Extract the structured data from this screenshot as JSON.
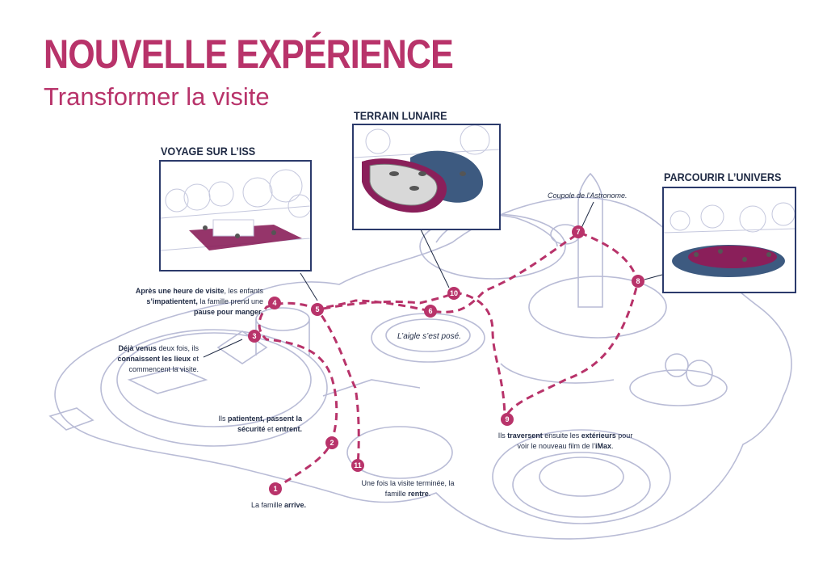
{
  "title": "NOUVELLE EXPÉRIENCE",
  "subtitle": "Transformer la visite",
  "insets": {
    "iss": "VOYAGE SUR L’ISS",
    "lunar": "TERRAIN LUNAIRE",
    "univers": "PARCOURIR L’UNIVERS"
  },
  "steps": [
    "1",
    "2",
    "3",
    "4",
    "5",
    "6",
    "7",
    "8",
    "9",
    "10",
    "11"
  ],
  "annotations": {
    "s1": {
      "a": "La famille ",
      "b": "arrive."
    },
    "s2": {
      "a": "Ils ",
      "b": "patientent, passent la",
      "c": "sécurité",
      "d": " et ",
      "e": "entrent."
    },
    "s3": {
      "a": "Déjà venus",
      "b": " deux fois, ils",
      "c": "connaissent les lieux",
      "d": " et",
      "e": "commencent la visite."
    },
    "s4": {
      "a": "Après une heure de visite",
      "b": ", les enfants",
      "c": "s’impatientent,",
      "d": " la famille prend une",
      "e": "pause pour manger",
      "f": "."
    },
    "s6": "L’aigle s’est posé.",
    "s7": "Coupole de l’Astronome.",
    "s9": {
      "a": "Ils ",
      "b": "traversent",
      "c": " ensuite les ",
      "d": "extérieurs",
      "e": " pour",
      "f": "voir le nouveau film de l’",
      "g": "iMax",
      "h": "."
    },
    "s11": {
      "a": "Une fois la visite terminée, la",
      "b": "famille ",
      "c": "rentre",
      "d": "."
    }
  },
  "colors": {
    "accent": "#b8336a",
    "outline": "#b9bcd6",
    "navy": "#2b3a6b"
  }
}
